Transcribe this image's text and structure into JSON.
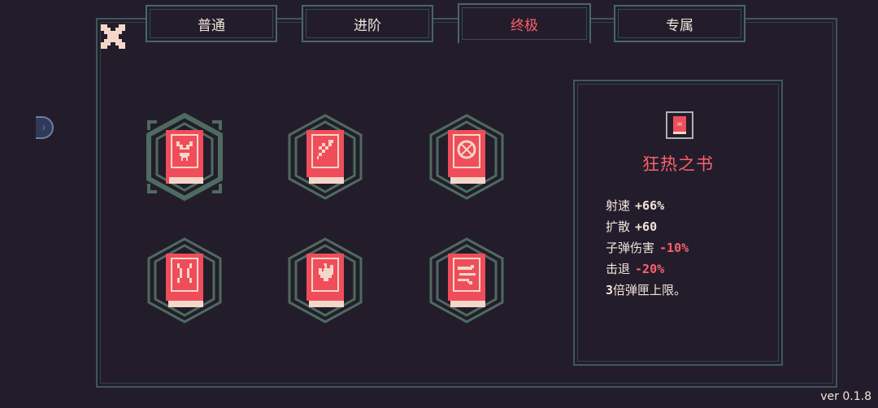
{
  "tabs": [
    {
      "label": "普通",
      "active": false
    },
    {
      "label": "进阶",
      "active": false
    },
    {
      "label": "终极",
      "active": true
    },
    {
      "label": "专属",
      "active": false
    }
  ],
  "colors": {
    "accent": "#ff5f6d",
    "book_red": "#ef4d5a",
    "book_cream": "#f5d7c9",
    "frame_green": "#4e6b5f",
    "background": "#231d2b"
  },
  "items": [
    {
      "icon": "demon-face-icon",
      "selected": true
    },
    {
      "icon": "leaf-icon",
      "selected": false
    },
    {
      "icon": "circle-rune-icon",
      "selected": false
    },
    {
      "icon": "split-bracket-icon",
      "selected": false
    },
    {
      "icon": "flame-icon",
      "selected": false
    },
    {
      "icon": "wind-icon",
      "selected": false
    }
  ],
  "detail": {
    "name": "狂热之书",
    "stats": [
      {
        "label": "射速",
        "value": "+66%",
        "tone": "pos"
      },
      {
        "label": "扩散",
        "value": "+60",
        "tone": "pos"
      },
      {
        "label": "子弹伤害",
        "value": "-10%",
        "tone": "neg"
      },
      {
        "label": "击退",
        "value": "-20%",
        "tone": "neg"
      }
    ],
    "note_number": "3",
    "note_text": "倍弹匣上限。"
  },
  "version": "ver 0.1.8"
}
